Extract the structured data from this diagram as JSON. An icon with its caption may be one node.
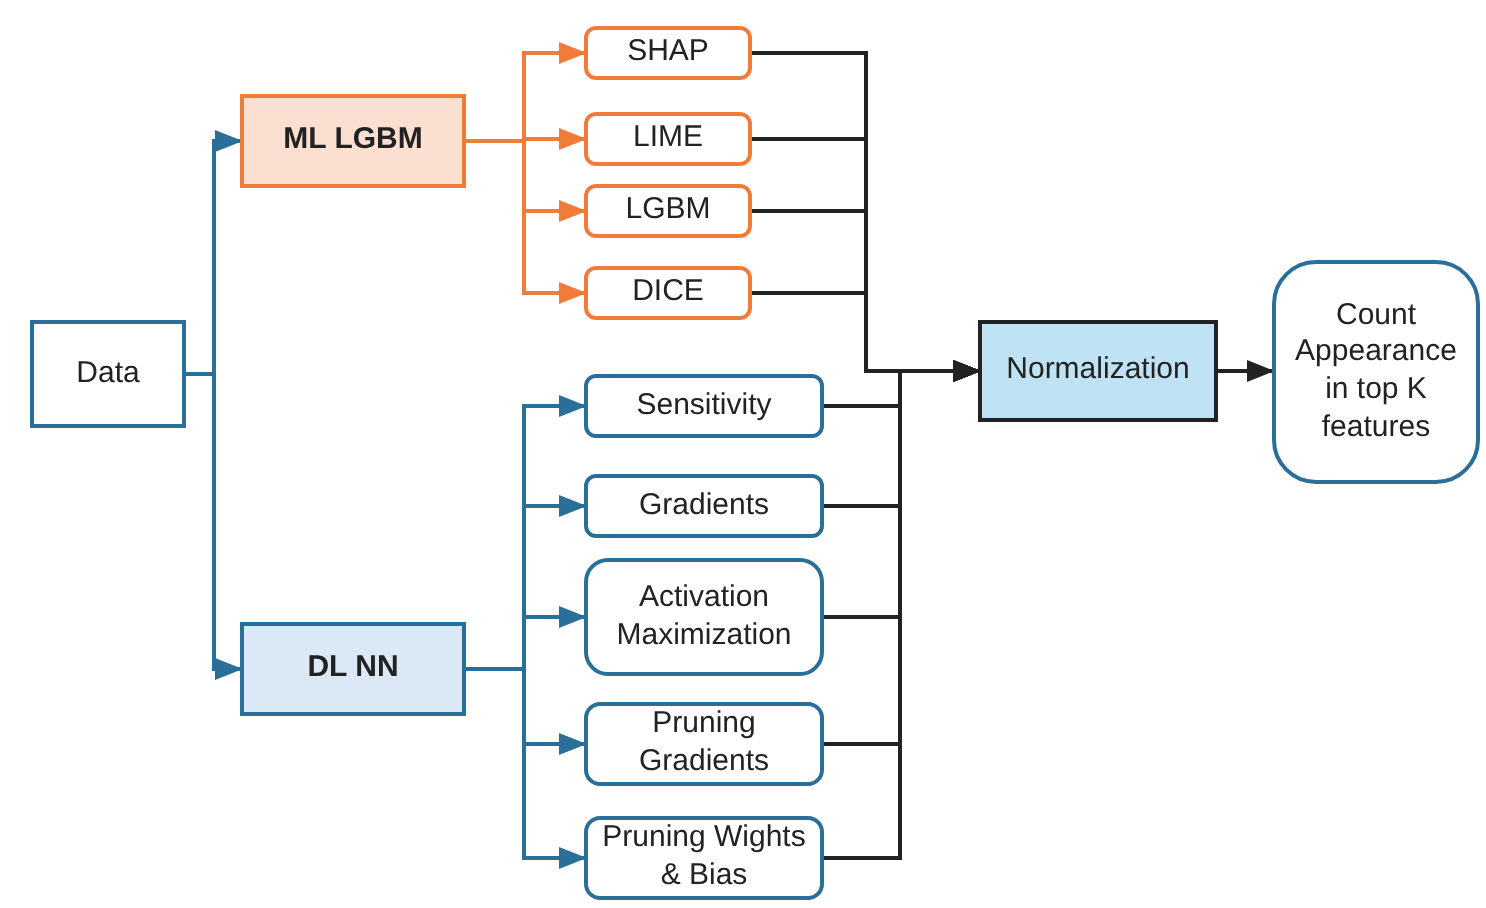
{
  "diagram": {
    "nodes": [
      {
        "text": [
          "Data"
        ]
      },
      {
        "text": [
          "ML LGBM"
        ]
      },
      {
        "text": [
          "DL NN"
        ]
      },
      {
        "text": [
          "SHAP"
        ]
      },
      {
        "text": [
          "LIME"
        ]
      },
      {
        "text": [
          "LGBM"
        ]
      },
      {
        "text": [
          "DICE"
        ]
      },
      {
        "text": [
          "Sensitivity"
        ]
      },
      {
        "text": [
          "Gradients"
        ]
      },
      {
        "text": [
          "Activation Maximization"
        ]
      },
      {
        "text": [
          "Pruning Gradients"
        ]
      },
      {
        "text": [
          "Pruning Wights & Bias"
        ]
      },
      {
        "text": [
          "Normalization"
        ]
      },
      {
        "text": [
          "Count Appearance in top K features"
        ]
      }
    ],
    "edges": [
      {
        "from": 0,
        "to": 1,
        "arrow": "to",
        "color": "#2a6f97"
      },
      {
        "from": 0,
        "to": 2,
        "arrow": "to",
        "color": "#2a6f97"
      },
      {
        "from": 1,
        "to": 3,
        "arrow": "to",
        "color": "#f07c3a"
      },
      {
        "from": 1,
        "to": 4,
        "arrow": "to",
        "color": "#f07c3a"
      },
      {
        "from": 1,
        "to": 5,
        "arrow": "to",
        "color": "#f07c3a"
      },
      {
        "from": 1,
        "to": 6,
        "arrow": "to",
        "color": "#f07c3a"
      },
      {
        "from": 2,
        "to": 7,
        "arrow": "to",
        "color": "#2a6f97"
      },
      {
        "from": 2,
        "to": 8,
        "arrow": "to",
        "color": "#2a6f97"
      },
      {
        "from": 2,
        "to": 9,
        "arrow": "to",
        "color": "#2a6f97"
      },
      {
        "from": 2,
        "to": 10,
        "arrow": "to",
        "color": "#2a6f97"
      },
      {
        "from": 2,
        "to": 11,
        "arrow": "to",
        "color": "#2a6f97"
      },
      {
        "from": 3,
        "to": 12,
        "arrow": "to"
      },
      {
        "from": 4,
        "to": 12,
        "arrow": "to"
      },
      {
        "from": 5,
        "to": 12,
        "arrow": "to"
      },
      {
        "from": 6,
        "to": 12,
        "arrow": "to"
      },
      {
        "from": 7,
        "to": 12,
        "arrow": "to"
      },
      {
        "from": 8,
        "to": 12,
        "arrow": "to"
      },
      {
        "from": 9,
        "to": 12,
        "arrow": "to"
      },
      {
        "from": 10,
        "to": 12,
        "arrow": "to"
      },
      {
        "from": 11,
        "to": 12,
        "arrow": "to"
      },
      {
        "from": 12,
        "to": 13,
        "arrow": "to"
      }
    ]
  }
}
